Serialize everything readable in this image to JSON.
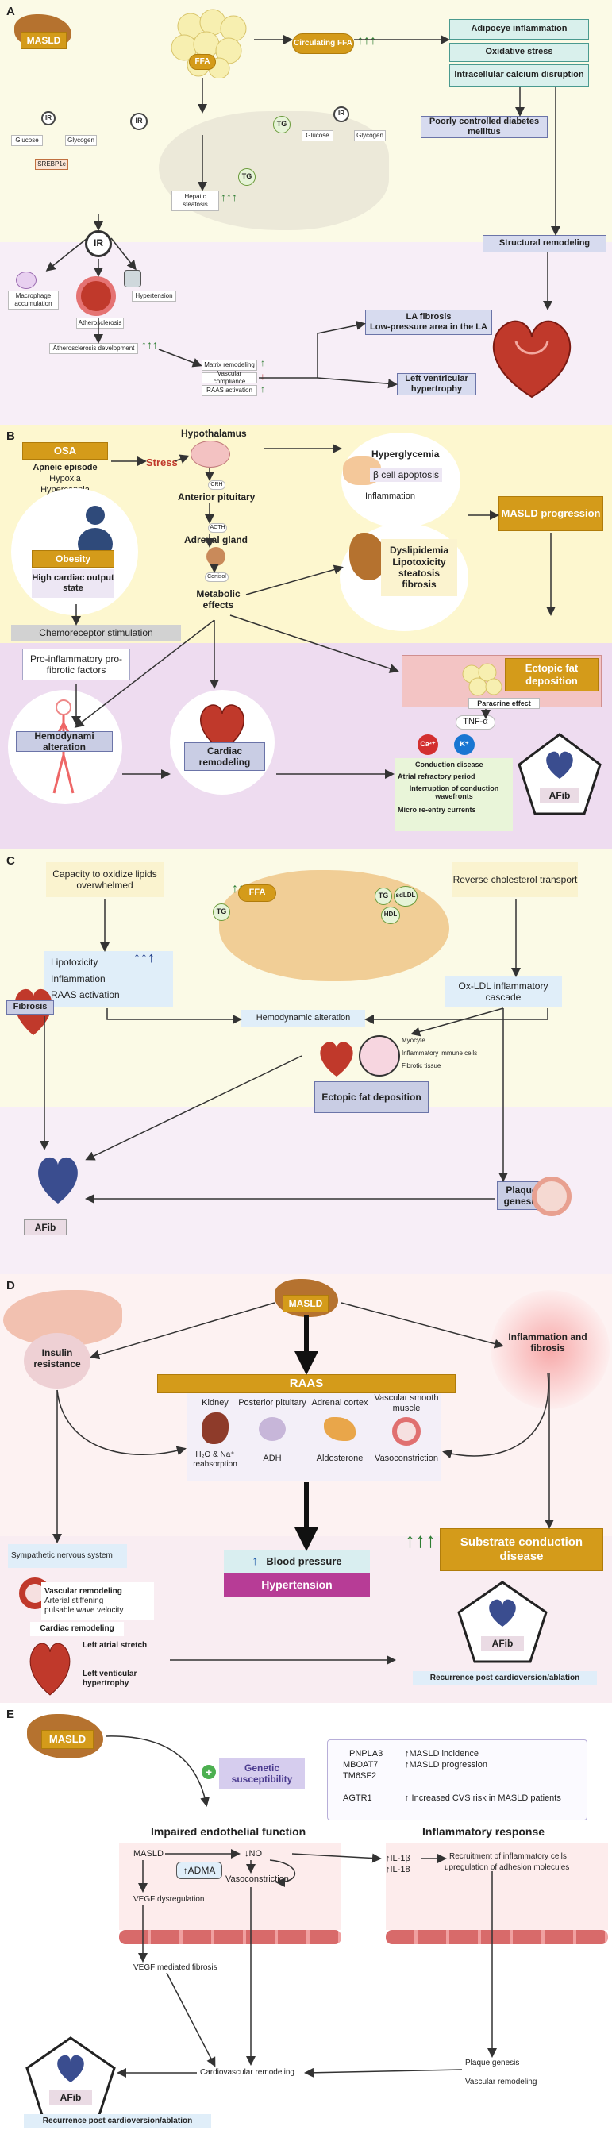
{
  "panels": {
    "a": {
      "label": "A",
      "masld": "MASLD",
      "circulating_ffa": "Circulating FFA",
      "ffa": "FFA",
      "ir": "IR",
      "tg": "TG",
      "glucose": "Glucose",
      "glycogen": "Glycogen",
      "srebp": "SREBP1c",
      "hepatic_steatosis": "Hepatic steatosis",
      "adipocyte_inflammation": "Adipocye inflammation",
      "oxidative_stress": "Oxidative stress",
      "calcium_disruption": "Intracellular calcium disruption",
      "diabetes": "Poorly controlled diabetes mellitus",
      "structural_remodeling": "Structural remodeling",
      "macrophage": "Macrophage accumulation",
      "hypertension": "Hypertension",
      "atherosclerosis": "Atherosclerosis",
      "atherosclerosis_dev": "Atherosclerosis development",
      "matrix_remodeling": "Matrix remodeling",
      "vascular_compliance": "Vascular compliance",
      "raas_activation": "RAAS activation",
      "la_fibrosis": "LA fibrosis",
      "low_pressure": "Low-pressure area in the LA",
      "lvh": "Left ventricular hypertrophy"
    },
    "b": {
      "label": "B",
      "osa": "OSA",
      "apneic": "Apneic episode",
      "hypoxia": "Hypoxia",
      "hypercapnia": "Hypercapnia",
      "stress": "Stress",
      "hypothalamus": "Hypothalamus",
      "crh": "CRH",
      "anterior_pituitary": "Anterior pituitary",
      "acth": "ACTH",
      "adrenal_gland": "Adrenal gland",
      "cortisol": "Cortisol",
      "metabolic_effects": "Metabolic effects",
      "obesity": "Obesity",
      "high_cardiac": "High cardiac output state",
      "chemoreceptor": "Chemoreceptor stimulation",
      "pro_factors": "Pro-inflammatory pro-fibrotic factors",
      "hyperglycemia": "Hyperglycemia",
      "beta_cell": "β cell apoptosis",
      "inflammation": "Inflammation",
      "dyslipidemia": "Dyslipidemia",
      "lipotoxicity": "Lipotoxicity",
      "steatosis": "steatosis",
      "fibrosis": "fibrosis",
      "masld_progression": "MASLD progression",
      "ectopic_fat": "Ectopic fat deposition",
      "paracrine": "Paracrine effect",
      "tnf": "TNF-α",
      "ca": "Ca²⁺",
      "k": "K⁺",
      "conduction_disease": "Conduction disease",
      "atrial_refractory": "Atrial refractory period",
      "interruption": "Interruption of conduction wavefronts",
      "micro_reentry": "Micro re-entry currents",
      "hemodynamic": "Hemodynami alteration",
      "cardiac_remodeling": "Cardiac remodeling",
      "afib": "AFib"
    },
    "c": {
      "label": "C",
      "capacity": "Capacity to oxidize lipids overwhelmed",
      "ffa": "FFA",
      "tg": "TG",
      "sdldl": "sdLDL",
      "hdl": "HDL",
      "reverse_chol": "Reverse cholesterol transport",
      "lipotoxicity": "Lipotoxicity",
      "inflammation": "Inflammation",
      "raas_activation": "RAAS activation",
      "ox_ldl": "Ox-LDL inflammatory cascade",
      "fibrosis": "Fibrosis",
      "hemodynamic": "Hemodynamic alteration",
      "myocyte": "Myocyte",
      "immune_cells": "Inflammatory immune cells",
      "fibrotic_tissue": "Fibrotic tissue",
      "ectopic_fat": "Ectopic fat deposition",
      "plaque_genesis": "Plaque genesis",
      "afib": "AFib"
    },
    "d": {
      "label": "D",
      "masld": "MASLD",
      "insulin_resistance": "Insulin resistance",
      "inflammation_fibrosis": "Inflammation and fibrosis",
      "raas": "RAAS",
      "kidney": "Kidney",
      "posterior_pituitary": "Posterior pituitary",
      "adrenal_cortex": "Adrenal cortex",
      "vascular_smooth": "Vascular smooth muscle",
      "h2o": "H₂O & Na⁺ reabsorption",
      "adh": "ADH",
      "aldosterone": "Aldosterone",
      "vasoconstriction": "Vasoconstriction",
      "sympathetic": "Sympathetic nervous system",
      "blood_pressure": "Blood pressure",
      "hypertension": "Hypertension",
      "substrate": "Substrate conduction disease",
      "vascular_remodeling": "Vascular remodeling",
      "arterial_stiffening": "Arterial stiffening",
      "pulsable": "pulsable wave velocity",
      "cardiac_remodeling": "Cardiac remodeling",
      "left_atrial": "Left atrial stretch",
      "lvh": "Left venticular hypertrophy",
      "afib": "AFib",
      "recurrence": "Recurrence post cardioversion/ablation"
    },
    "e": {
      "label": "E",
      "masld": "MASLD",
      "genetic": "Genetic susceptibility",
      "genes": [
        {
          "name": "PNPLA3",
          "effect": "↑MASLD incidence"
        },
        {
          "name": "MBOAT7",
          "effect": "↑MASLD progression"
        },
        {
          "name": "TM6SF2",
          "effect": ""
        },
        {
          "name": "AGTR1",
          "effect": "↑ Increased CVS risk in MASLD patients"
        }
      ],
      "impaired": "Impaired endothelial function",
      "inflammatory_response": "Inflammatory response",
      "masld_small": "MASLD",
      "no": "↓NO",
      "adma": "↑ADMA",
      "vasoconstriction": "Vasoconstriction",
      "vegf_dys": "VEGF dysregulation",
      "il1": "↑IL-1β",
      "il18": "↑IL-18",
      "recruitment": "Recruitment of inflammatory cells",
      "upregulation": "upregulation of adhesion molecules",
      "vegf_fibrosis": "VEGF mediated fibrosis",
      "plaque": "Plaque genesis",
      "vascular_remodeling": "Vascular remodeling",
      "cv_remodeling": "Cardiovascular remodeling",
      "afib": "AFib",
      "recurrence": "Recurrence post cardioversion/ablation"
    }
  },
  "colors": {
    "yellow_bg": "#fbfae6",
    "pink_bg": "#f7eef7",
    "b_yellow": "#fdf7cf",
    "b_pink": "#eedcf0",
    "gold": "#d49b1a",
    "teal": "#d9f0ec",
    "lavender": "#d7dbef",
    "liver": "#b5722f"
  }
}
